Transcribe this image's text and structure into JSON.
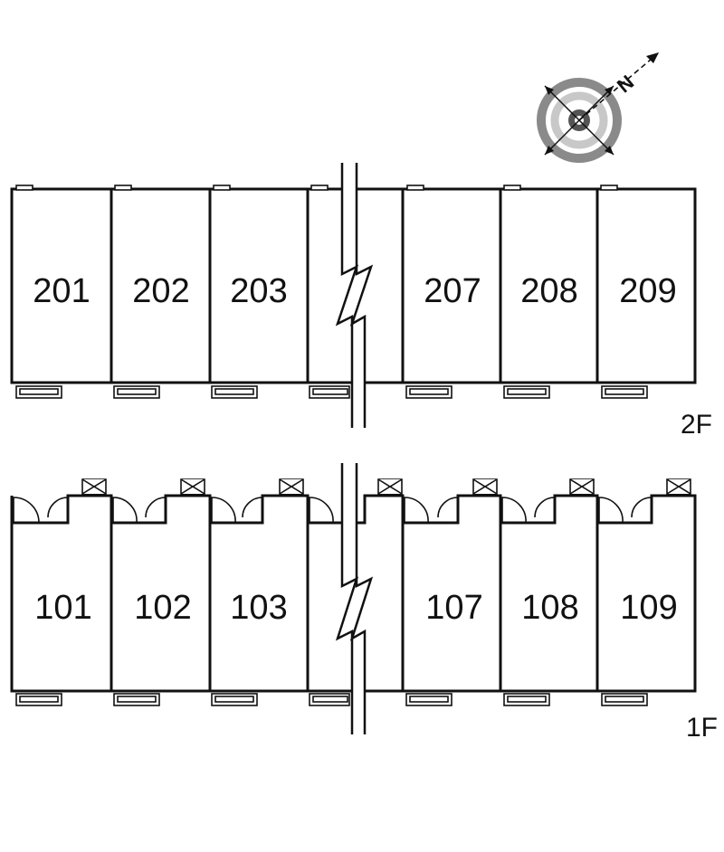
{
  "compass": {
    "north_label": "N"
  },
  "floors": [
    {
      "label": "2F",
      "units": [
        {
          "number": "201"
        },
        {
          "number": "202"
        },
        {
          "number": "203"
        },
        {
          "number": ""
        },
        {
          "number": "207"
        },
        {
          "number": "208"
        },
        {
          "number": "209"
        }
      ]
    },
    {
      "label": "1F",
      "units": [
        {
          "number": "101"
        },
        {
          "number": "102"
        },
        {
          "number": "103"
        },
        {
          "number": ""
        },
        {
          "number": "107"
        },
        {
          "number": "108"
        },
        {
          "number": "109"
        }
      ]
    }
  ],
  "colors": {
    "wall": "#111111",
    "compass_ring": "#8a8a8a",
    "compass_inner": "#c8c8c8"
  }
}
